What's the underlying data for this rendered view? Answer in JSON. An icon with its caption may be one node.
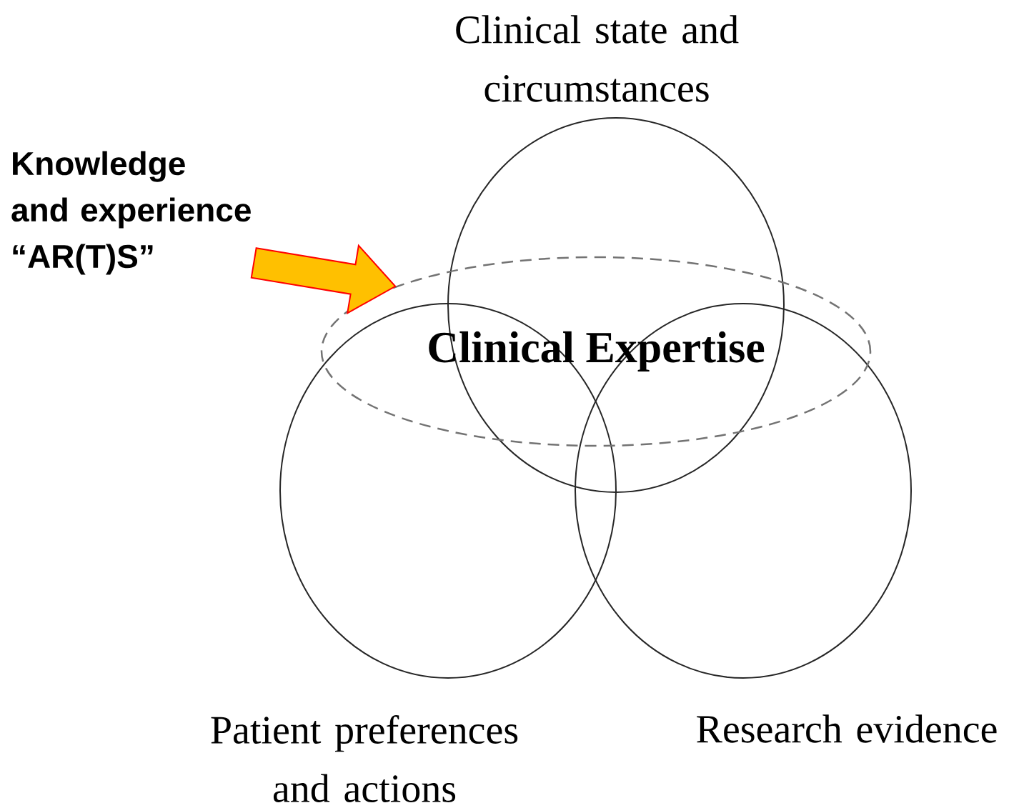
{
  "diagram": {
    "nodes": [
      {
        "text": [
          "Clinical state and circumstances"
        ]
      },
      {
        "text": [
          "Patient preferences and actions"
        ]
      },
      {
        "text": [
          "Research evidence"
        ]
      },
      {
        "text": [
          "Clinical Expertise"
        ]
      },
      {
        "text": [
          "Knowledge and experience “AR(T)S”"
        ]
      }
    ],
    "edges": [
      {
        "from": 4,
        "to": 3,
        "arrow": "to",
        "style": "thick",
        "color": "#ffc000"
      }
    ]
  }
}
